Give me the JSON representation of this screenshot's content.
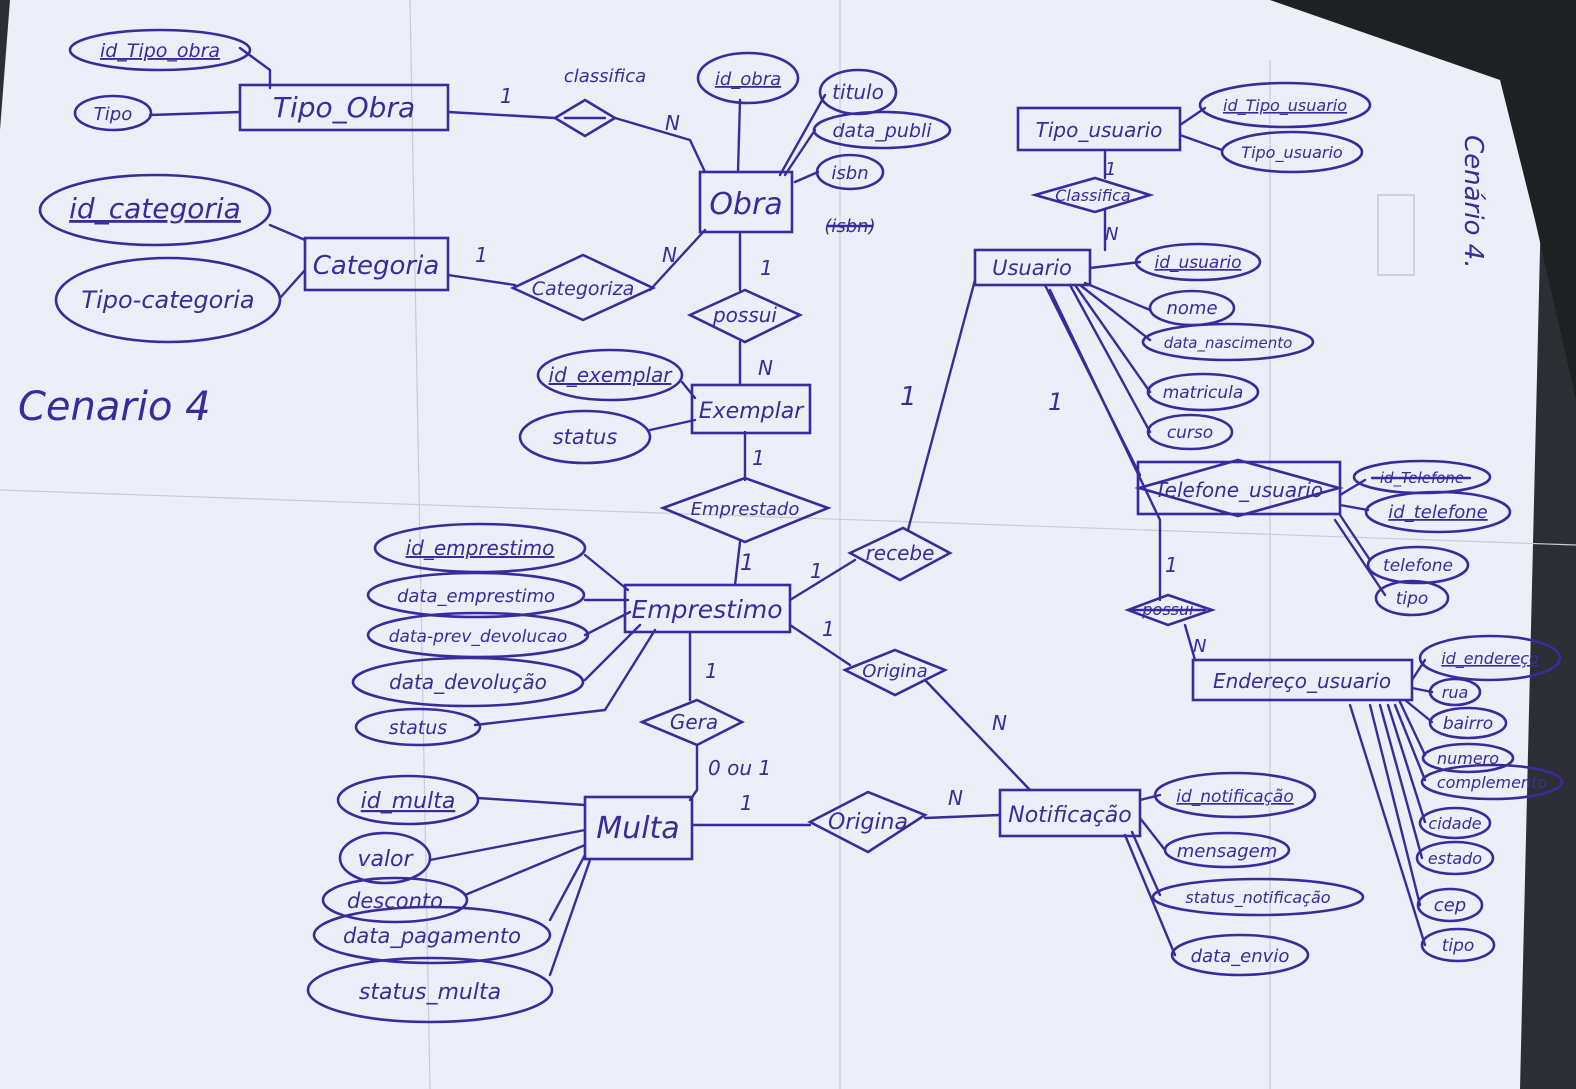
{
  "scenario_labels": [
    "Cenario 4",
    "Cenário 4."
  ],
  "entities": {
    "tipo_obra": "Tipo_Obra",
    "obra": "Obra",
    "categoria": "Categoria",
    "exemplar": "Exemplar",
    "emprestimo": "Emprestimo",
    "multa": "Multa",
    "notificacao": "Notificação",
    "tipo_usuario": "Tipo_usuario",
    "usuario": "Usuario",
    "telefone_usuario": "Telefone_usuario",
    "endereco_usuario": "Endereço_usuario"
  },
  "relationships": {
    "classifica_obra": "classifica",
    "categoriza": "Categoriza",
    "possui_exemplar": "possui",
    "emprestado": "Emprestado",
    "recebe": "recebe",
    "origina_emprestimo": "Origina",
    "gera": "Gera",
    "origina_multa": "Origina",
    "classifica_usuario": "Classifica",
    "possui_endereco": "possui"
  },
  "attributes": {
    "tipo_obra": [
      "id_Tipo_obra",
      "Tipo"
    ],
    "obra": [
      "id_obra",
      "titulo",
      "data_publi",
      "isbn"
    ],
    "categoria": [
      "id_categoria",
      "Tipo-categoria"
    ],
    "exemplar": [
      "id_exemplar",
      "status"
    ],
    "emprestimo": [
      "id_emprestimo",
      "data_emprestimo",
      "data-prev_devolucao",
      "data_devolução",
      "status"
    ],
    "multa": [
      "id_multa",
      "valor",
      "desconto",
      "data_pagamento",
      "status_multa"
    ],
    "notificacao": [
      "id_notificação",
      "mensagem",
      "status_notificação",
      "data_envio"
    ],
    "tipo_usuario": [
      "id_Tipo_usuario",
      "Tipo_usuario"
    ],
    "usuario": [
      "id_usuario",
      "nome",
      "data_nascimento",
      "matricula",
      "curso"
    ],
    "telefone_usuario": [
      "id_telefone",
      "telefone",
      "tipo"
    ],
    "endereco_usuario": [
      "id_endereço",
      "rua",
      "bairro",
      "numero",
      "complemento",
      "cidade",
      "estado",
      "cep",
      "tipo"
    ]
  },
  "cardinalities": {
    "tipo_obra_classifica": "1",
    "classifica_obra": "N",
    "categoria_categoriza": "1",
    "categoriza_obra": "N",
    "obra_possui": "1",
    "possui_exemplar": "N",
    "exemplar_emprestado": "1",
    "emprestado_emprestimo": "1",
    "emprestimo_recebe": "1",
    "recebe_usuario": "1",
    "emprestimo_origina": "1",
    "origina_notificacao": "N",
    "emprestimo_gera": "1",
    "gera_multa": "0 ou 1",
    "multa_origina": "1",
    "origina_notificacao_2": "N",
    "tipo_usuario_classifica": "1",
    "classifica_usuario": "N",
    "usuario_notificacao": "1",
    "usuario_possui": "1",
    "possui_endereco": "N"
  },
  "struck_text": [
    "(isbn)",
    "id_Telefone"
  ]
}
